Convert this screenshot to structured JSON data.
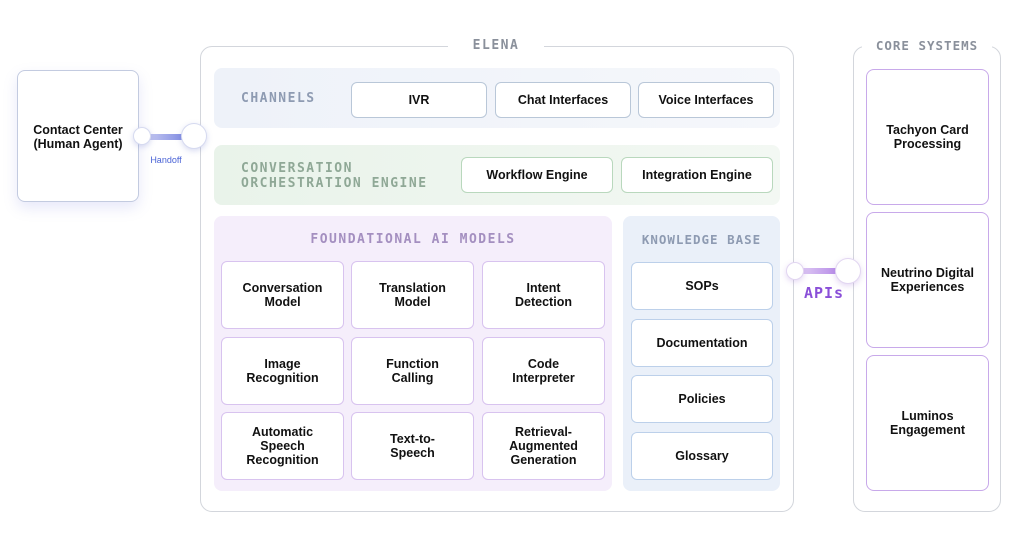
{
  "elena": {
    "title": "ELENA"
  },
  "core": {
    "title": "CORE SYSTEMS",
    "items": [
      "Tachyon Card\nProcessing",
      "Neutrino Digital\nExperiences",
      "Luminos\nEngagement"
    ]
  },
  "contact": {
    "label": "Contact Center\n(Human Agent)",
    "handoff": "Handoff"
  },
  "channels": {
    "title": "CHANNELS",
    "items": [
      "IVR",
      "Chat Interfaces",
      "Voice Interfaces"
    ]
  },
  "orchestration": {
    "title": "CONVERSATION\nORCHESTRATION ENGINE",
    "items": [
      "Workflow Engine",
      "Integration Engine"
    ]
  },
  "models": {
    "title": "FOUNDATIONAL AI MODELS",
    "items": [
      "Conversation\nModel",
      "Translation\nModel",
      "Intent\nDetection",
      "Image\nRecognition",
      "Function\nCalling",
      "Code\nInterpreter",
      "Automatic\nSpeech\nRecognition",
      "Text-to-\nSpeech",
      "Retrieval-\nAugmented\nGeneration"
    ]
  },
  "knowledge": {
    "title": "KNOWLEDGE BASE",
    "items": [
      "SOPs",
      "Documentation",
      "Policies",
      "Glossary"
    ]
  },
  "apis": {
    "label": "APIs"
  },
  "colors": {
    "accent_purple": "#8a4fd8",
    "handoff_blue": "#4a63d6"
  }
}
